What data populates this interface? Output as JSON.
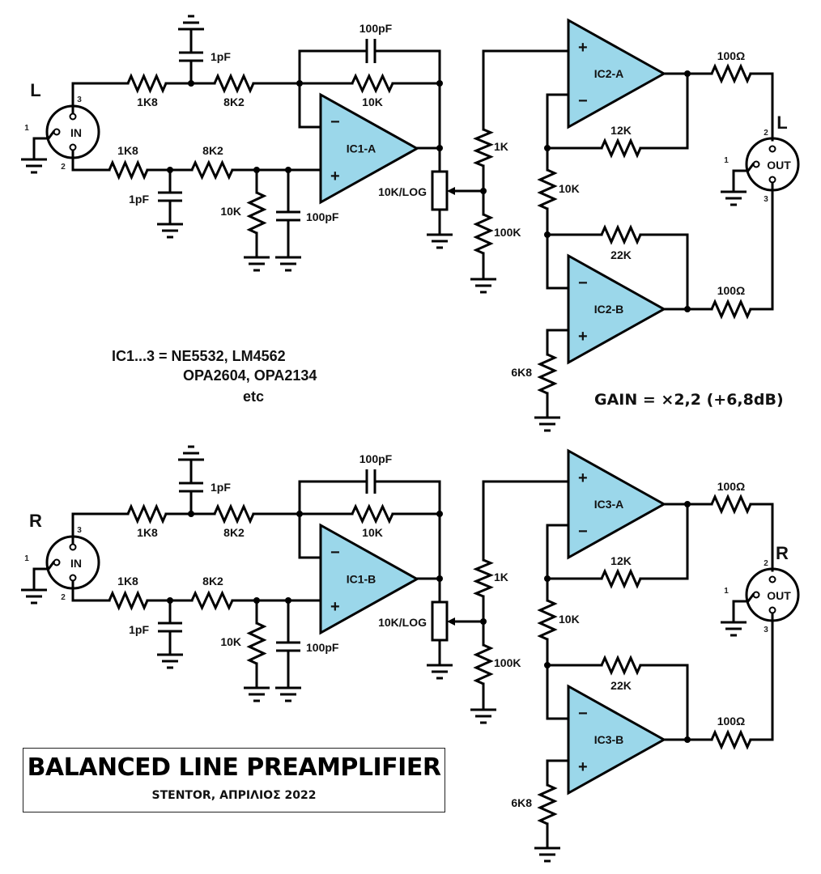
{
  "title": "BALANCED LINE PREAMPLIFIER",
  "subtitle": "STENTOR, ΑΠΡΙΛΙΟΣ 2022",
  "notes": {
    "ic_line1": "IC1...3 = NE5532, LM4562",
    "ic_line2": "OPA2604, OPA2134",
    "ic_line3": "etc",
    "gain": "GAIN = ×2,2 (+6,8dB)"
  },
  "colors": {
    "opamp_fill": "#9bd7ea",
    "wire": "#000000"
  },
  "channels": [
    {
      "channel": "L",
      "input_connector": {
        "label": "IN",
        "channel_label": "L",
        "pins": [
          "1",
          "2",
          "3"
        ]
      },
      "output_connector": {
        "label": "OUT",
        "channel_label": "L",
        "pins": [
          "1",
          "2",
          "3"
        ]
      },
      "components": {
        "r_in_hot": "1K8",
        "r_in_cold": "1K8",
        "c_in_hot": "1pF",
        "c_in_cold": "1pF",
        "r_series_hot": "8K2",
        "r_series_cold": "8K2",
        "r_shunt": "10K",
        "c_shunt": "100pF",
        "c_feedback": "100pF",
        "r_feedback": "10K",
        "pot": "10K/LOG",
        "r_top_divider": "1K",
        "r_bottom_divider": "100K",
        "r_fb_a": "12K",
        "r_mid": "10K",
        "r_fb_b": "22K",
        "r_out_a": "100Ω",
        "r_out_b": "100Ω",
        "r_bias": "6K8"
      },
      "opamps": {
        "diff": "IC1-A",
        "buf_a": "IC2-A",
        "buf_b": "IC2-B"
      }
    },
    {
      "channel": "R",
      "input_connector": {
        "label": "IN",
        "channel_label": "R",
        "pins": [
          "1",
          "2",
          "3"
        ]
      },
      "output_connector": {
        "label": "OUT",
        "channel_label": "R",
        "pins": [
          "1",
          "2",
          "3"
        ]
      },
      "components": {
        "r_in_hot": "1K8",
        "r_in_cold": "1K8",
        "c_in_hot": "1pF",
        "c_in_cold": "1pF",
        "r_series_hot": "8K2",
        "r_series_cold": "8K2",
        "r_shunt": "10K",
        "c_shunt": "100pF",
        "c_feedback": "100pF",
        "r_feedback": "10K",
        "pot": "10K/LOG",
        "r_top_divider": "1K",
        "r_bottom_divider": "100K",
        "r_fb_a": "12K",
        "r_mid": "10K",
        "r_fb_b": "22K",
        "r_out_a": "100Ω",
        "r_out_b": "100Ω",
        "r_bias": "6K8"
      },
      "opamps": {
        "diff": "IC1-B",
        "buf_a": "IC3-A",
        "buf_b": "IC3-B"
      }
    }
  ]
}
